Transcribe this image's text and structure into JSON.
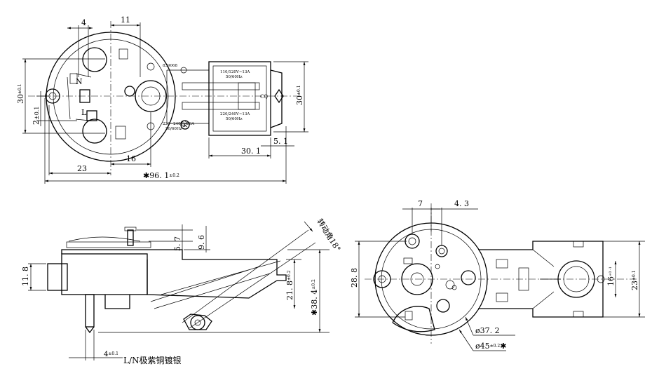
{
  "top_view": {
    "dim_4": "4",
    "dim_11": "11",
    "dim_30_left": "30",
    "dim_30_left_tol": "±0.1",
    "dim_2": "2",
    "dim_2_tol": "±0.1",
    "dim_23": "23",
    "dim_16": "16",
    "dim_96": "96. 1",
    "dim_96_tol": "±0.2",
    "star": "✱",
    "dim_30_1": "30. 1",
    "dim_5_1": "5. 1",
    "dim_30_right": "30",
    "dim_30_right_tol": "±0.1",
    "label_n": "N",
    "label_l": "L",
    "code": "839068",
    "rating_110": "110/120V~13A",
    "rating_110_hz": "50/60Hz",
    "rating_220": "220/240V~13A",
    "rating_220_hz": "50/60Hz",
    "rating_bottom": "220~240V~10A",
    "rating_bottom_hz": "50/60Hz",
    "mark_k": "K",
    "mark_cq": "CQ"
  },
  "side_view": {
    "dim_11_8": "11. 8",
    "dim_5_7": "5. 7",
    "dim_9_6": "9. 6",
    "dim_21_8": "21. 8",
    "dim_21_8_tol": "±0.2",
    "dim_38_4": "38. 4",
    "dim_38_4_tol": "±0.2",
    "star": "✱",
    "rotation": "转动角18°",
    "dim_4": "4",
    "dim_4_tol": "±0.1",
    "material_note": "L/N极紫铜镀银"
  },
  "bottom_view": {
    "dim_7": "7",
    "dim_4_3": "4. 3",
    "dim_28_8": "28. 8",
    "dim_16": "16",
    "dim_16_tol": "+0 -1",
    "dim_23": "23",
    "dim_23_tol": "±0.1",
    "dia_37_2": "ø37. 2",
    "dia_45": "ø45",
    "dia_45_tol": "±0.2",
    "star": "✱"
  }
}
